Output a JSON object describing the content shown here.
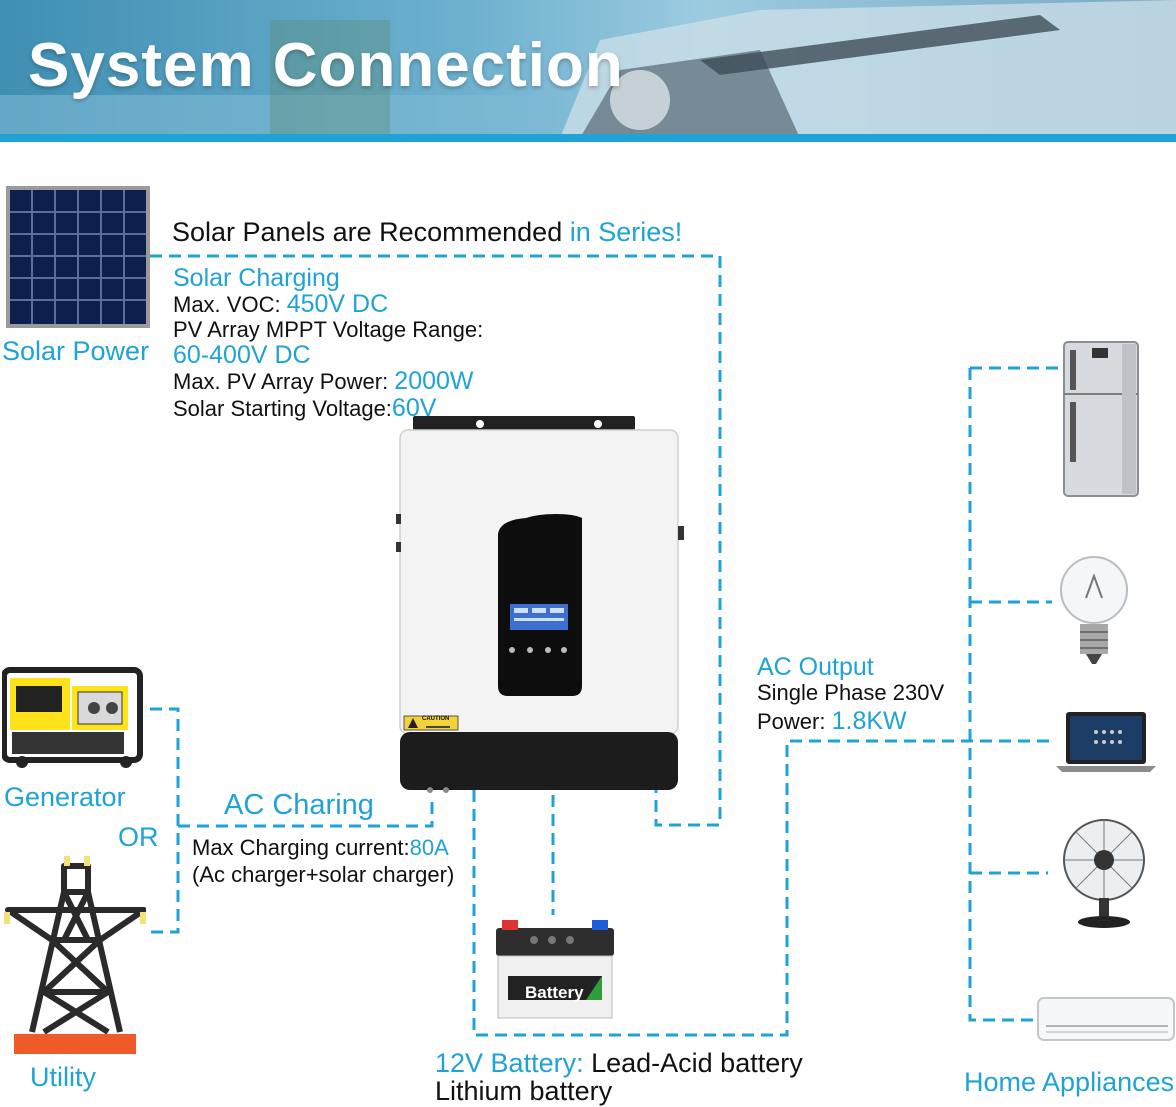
{
  "banner": {
    "title": "System Connection"
  },
  "solar": {
    "label": "Solar Power",
    "recommend_black": "Solar Panels are Recommended ",
    "recommend_blue": "in Series!",
    "charging_title": "Solar Charging",
    "voc_label": "Max. VOC: ",
    "voc_value": "450V DC",
    "mppt_label": "PV Array MPPT Voltage Range:",
    "mppt_value": "60-400V DC",
    "power_label": "Max. PV Array Power: ",
    "power_value": "2000W",
    "start_label": "Solar Starting Voltage:",
    "start_value": "60V"
  },
  "inverter": {
    "caution": "CAUTION"
  },
  "ac_output": {
    "title": "AC Output",
    "phase": "Single Phase 230V",
    "power_label": "Power: ",
    "power_value": "1.8KW"
  },
  "grid": {
    "generator_label": "Generator",
    "or_label": "OR",
    "utility_label": "Utility",
    "charging_title": "AC Charing",
    "current_label": "Max Charging current:",
    "current_value": "80A",
    "note": "(Ac charger+solar charger)"
  },
  "battery": {
    "icon_text": "Battery",
    "blue_label": "12V Battery:",
    "type1": " Lead-Acid battery",
    "type2": "Lithium battery"
  },
  "appliances": {
    "label": "Home Appliances"
  },
  "colors": {
    "accent": "#1fa3d6",
    "text": "#111111",
    "inverter_body": "#f3f3f3",
    "inverter_dark": "#1c1c1c"
  }
}
